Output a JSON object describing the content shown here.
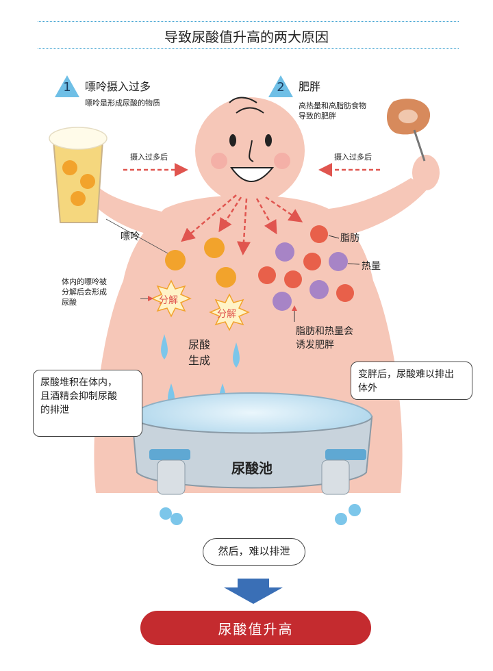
{
  "title": "导致尿酸值升高的两大原因",
  "cause1": {
    "number": "1",
    "heading": "嘌呤摄入过多",
    "sub": "嘌呤是形成尿酸的物质"
  },
  "cause2": {
    "number": "2",
    "heading": "肥胖",
    "sub_line1": "高热量和高脂肪食物",
    "sub_line2": "导致的肥胖"
  },
  "arrow_left_label": "摄入过多后",
  "arrow_right_label": "摄入过多后",
  "purine_label": "嘌呤",
  "fat_label": "脂肪",
  "calorie_label": "热量",
  "decompose_note": {
    "line1": "体内的嘌呤被",
    "line2": "分解后会形成",
    "line3": "尿酸"
  },
  "decompose_burst_1": "分解",
  "decompose_burst_2": "分解",
  "fat_note": {
    "line1": "脂肪和热量会",
    "line2": "诱发肥胖"
  },
  "uric_acid_generated": {
    "line1": "尿酸",
    "line2": "生成"
  },
  "bubble_left": {
    "line1": "尿酸堆积在体内，",
    "line2": "且酒精会抑制尿酸",
    "line3": "的排泄"
  },
  "bubble_right": {
    "line1": "变胖后，尿酸难以排出",
    "line2": "体外"
  },
  "pool_label": "尿酸池",
  "bubble_bottom": "然后，难以排泄",
  "result": "尿酸值升高",
  "colors": {
    "accent_blue": "#3aa0d0",
    "body_pink": "#f6c7b8",
    "result_red": "#c42b2f",
    "arrow_red": "#e0554f",
    "purine_orange": "#f2a32c",
    "fat_red": "#e8604a",
    "calorie_purple": "#a784c6"
  }
}
